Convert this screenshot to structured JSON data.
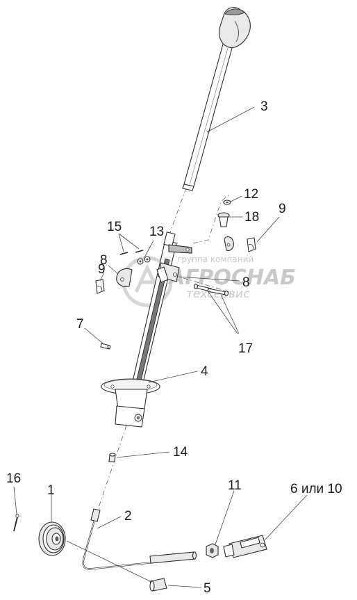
{
  "diagram": {
    "callouts": [
      {
        "id": "c1",
        "text": "1"
      },
      {
        "id": "c2",
        "text": "2"
      },
      {
        "id": "c3",
        "text": "3"
      },
      {
        "id": "c4",
        "text": "4"
      },
      {
        "id": "c5",
        "text": "5"
      },
      {
        "id": "c6",
        "text": "6 или 10"
      },
      {
        "id": "c7",
        "text": "7"
      },
      {
        "id": "c8a",
        "text": "8"
      },
      {
        "id": "c8b",
        "text": "8"
      },
      {
        "id": "c9a",
        "text": "9"
      },
      {
        "id": "c9b",
        "text": "9"
      },
      {
        "id": "c11",
        "text": "11"
      },
      {
        "id": "c12",
        "text": "12"
      },
      {
        "id": "c13",
        "text": "13"
      },
      {
        "id": "c14",
        "text": "14"
      },
      {
        "id": "c15",
        "text": "15"
      },
      {
        "id": "c16",
        "text": "16"
      },
      {
        "id": "c17",
        "text": "17"
      },
      {
        "id": "c18",
        "text": "18"
      }
    ],
    "watermark": {
      "line1": "группа компаний",
      "line2": "АГРОСНАБ",
      "line3": "техсервис"
    },
    "colors": {
      "line": "#2b2b2b",
      "shade": "#bdbdbd",
      "watermark": "#c9c9c9"
    }
  }
}
